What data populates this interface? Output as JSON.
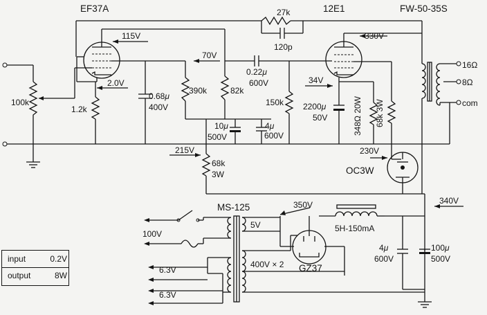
{
  "tubes": {
    "v1": "EF37A",
    "v2": "12E1",
    "rectifier": "GZ37",
    "regulator": "OC3W"
  },
  "output_transformer": "FW-50-35S",
  "power_transformer": "MS-125",
  "feedback": {
    "r": "27k",
    "c": "120p"
  },
  "components": {
    "vr_input": "100k",
    "r_cathode1": "1.2k",
    "c_bypass1_val": "0.68",
    "c_bypass1_unit": "μ",
    "c_bypass1_v": "400V",
    "r_screen1": "390k",
    "r_plate1": "82k",
    "c_couple_val": "0.22",
    "c_couple_unit": "μ",
    "c_couple_v": "600V",
    "r_grid2": "150k",
    "c_cath2_val": "2200",
    "c_cath2_unit": "μ",
    "c_cath2_v": "50V",
    "r_cath2": "348Ω 20W",
    "r_screen2": "68k 3W",
    "c_dec1_val": "10",
    "c_dec1_unit": "μ",
    "c_dec1_v": "500V",
    "c_dec2_val": "4",
    "c_dec2_unit": "μ",
    "c_dec2_v": "600V",
    "r_drop_val": "68k",
    "r_drop_w": "3W",
    "choke": "5H-150mA",
    "c_filter1_val": "4",
    "c_filter1_unit": "μ",
    "c_filter1_v": "600V",
    "c_filter2_val": "100",
    "c_filter2_unit": "μ",
    "c_filter2_v": "500V"
  },
  "voltages": {
    "v115": "115V",
    "v2_0": "2.0V",
    "v70": "70V",
    "v330": "330V",
    "v34": "34V",
    "v230": "230V",
    "v215": "215V",
    "v340": "340V",
    "v350": "350V"
  },
  "outputs": {
    "t16": "16Ω",
    "t8": "8Ω",
    "com": "com"
  },
  "power": {
    "mains": "100V",
    "heater_a": "6.3V",
    "heater_b": "6.3V",
    "rect_heater": "5V",
    "hv": "400V × 2"
  },
  "specs": {
    "input_label": "input",
    "input_value": "0.2V",
    "output_label": "output",
    "output_value": "8W"
  }
}
